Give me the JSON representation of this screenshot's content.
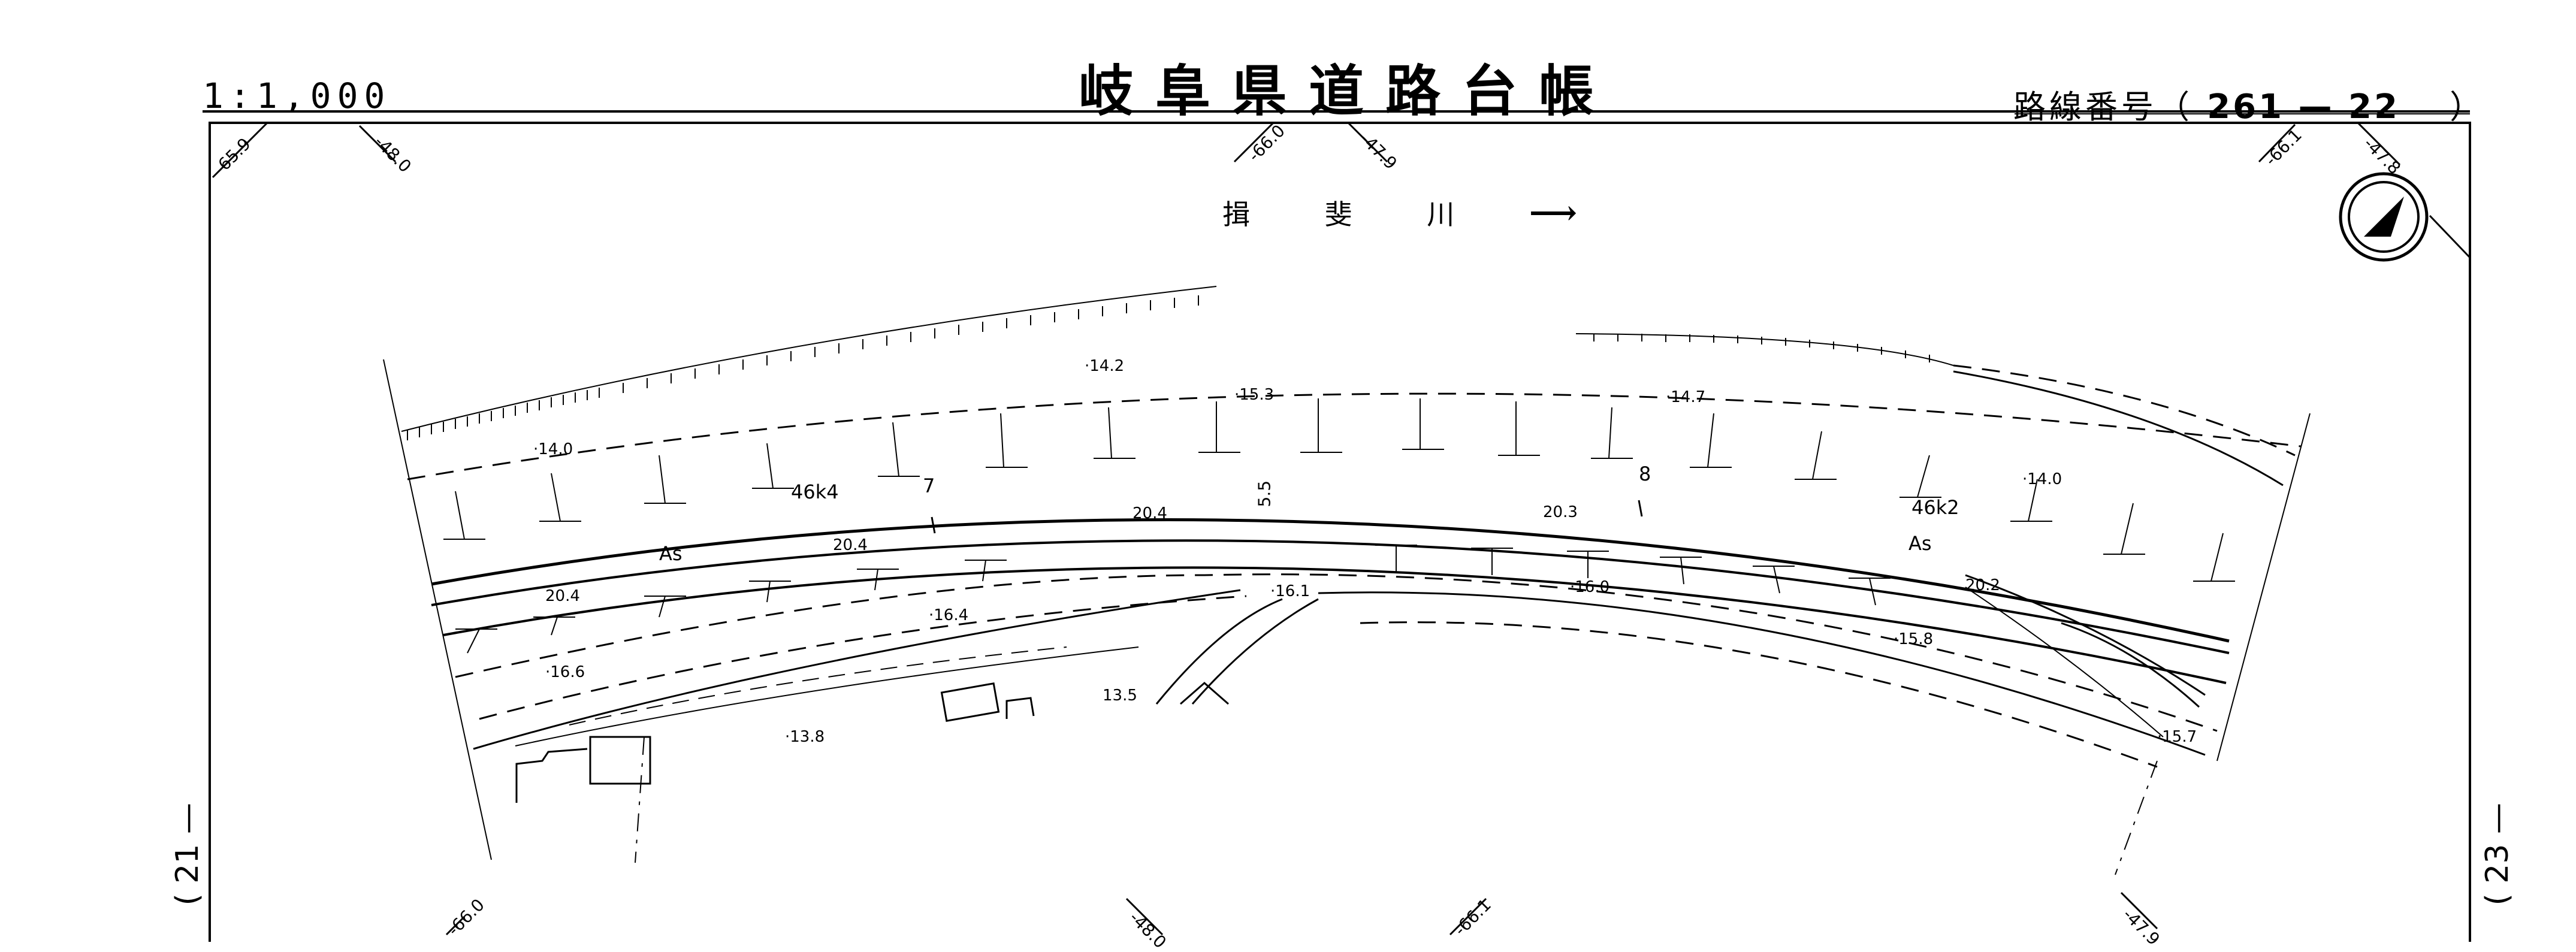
{
  "header": {
    "title": "岐阜県道路台帳",
    "scale": "1:1,000",
    "route_label": "路線番号（",
    "route_number": "261 — 22",
    "route_close": "）"
  },
  "river": {
    "chars": [
      "揖",
      "斐",
      "川"
    ],
    "arrow": "⟶"
  },
  "sheet_refs": {
    "left": "21",
    "right": "23"
  },
  "grid_marks": {
    "top": [
      "-65.9",
      "-48.0",
      "-66.0",
      "-47.9",
      "-66.1",
      "-47.8"
    ],
    "bottom": [
      "-66.0",
      "-48.0",
      "-66.1",
      "-47.9"
    ]
  },
  "spot_heights": [
    "·14.2",
    "·15.3",
    "·14.7",
    "·14.0",
    "·14.0",
    "20.4",
    "20.4",
    "20.4",
    "20.3",
    "20.2",
    "·16.4",
    "·16.6",
    "·16.1",
    "·16.0",
    "·15.8",
    "·15.7",
    "·13.8",
    "13.5"
  ],
  "markers": {
    "km1": "46k4",
    "km2": "46k2",
    "surface1": "As",
    "surface2": "As",
    "station1": "7",
    "station2": "8",
    "width": "5.5"
  },
  "north_icon": "north-arrow-icon"
}
